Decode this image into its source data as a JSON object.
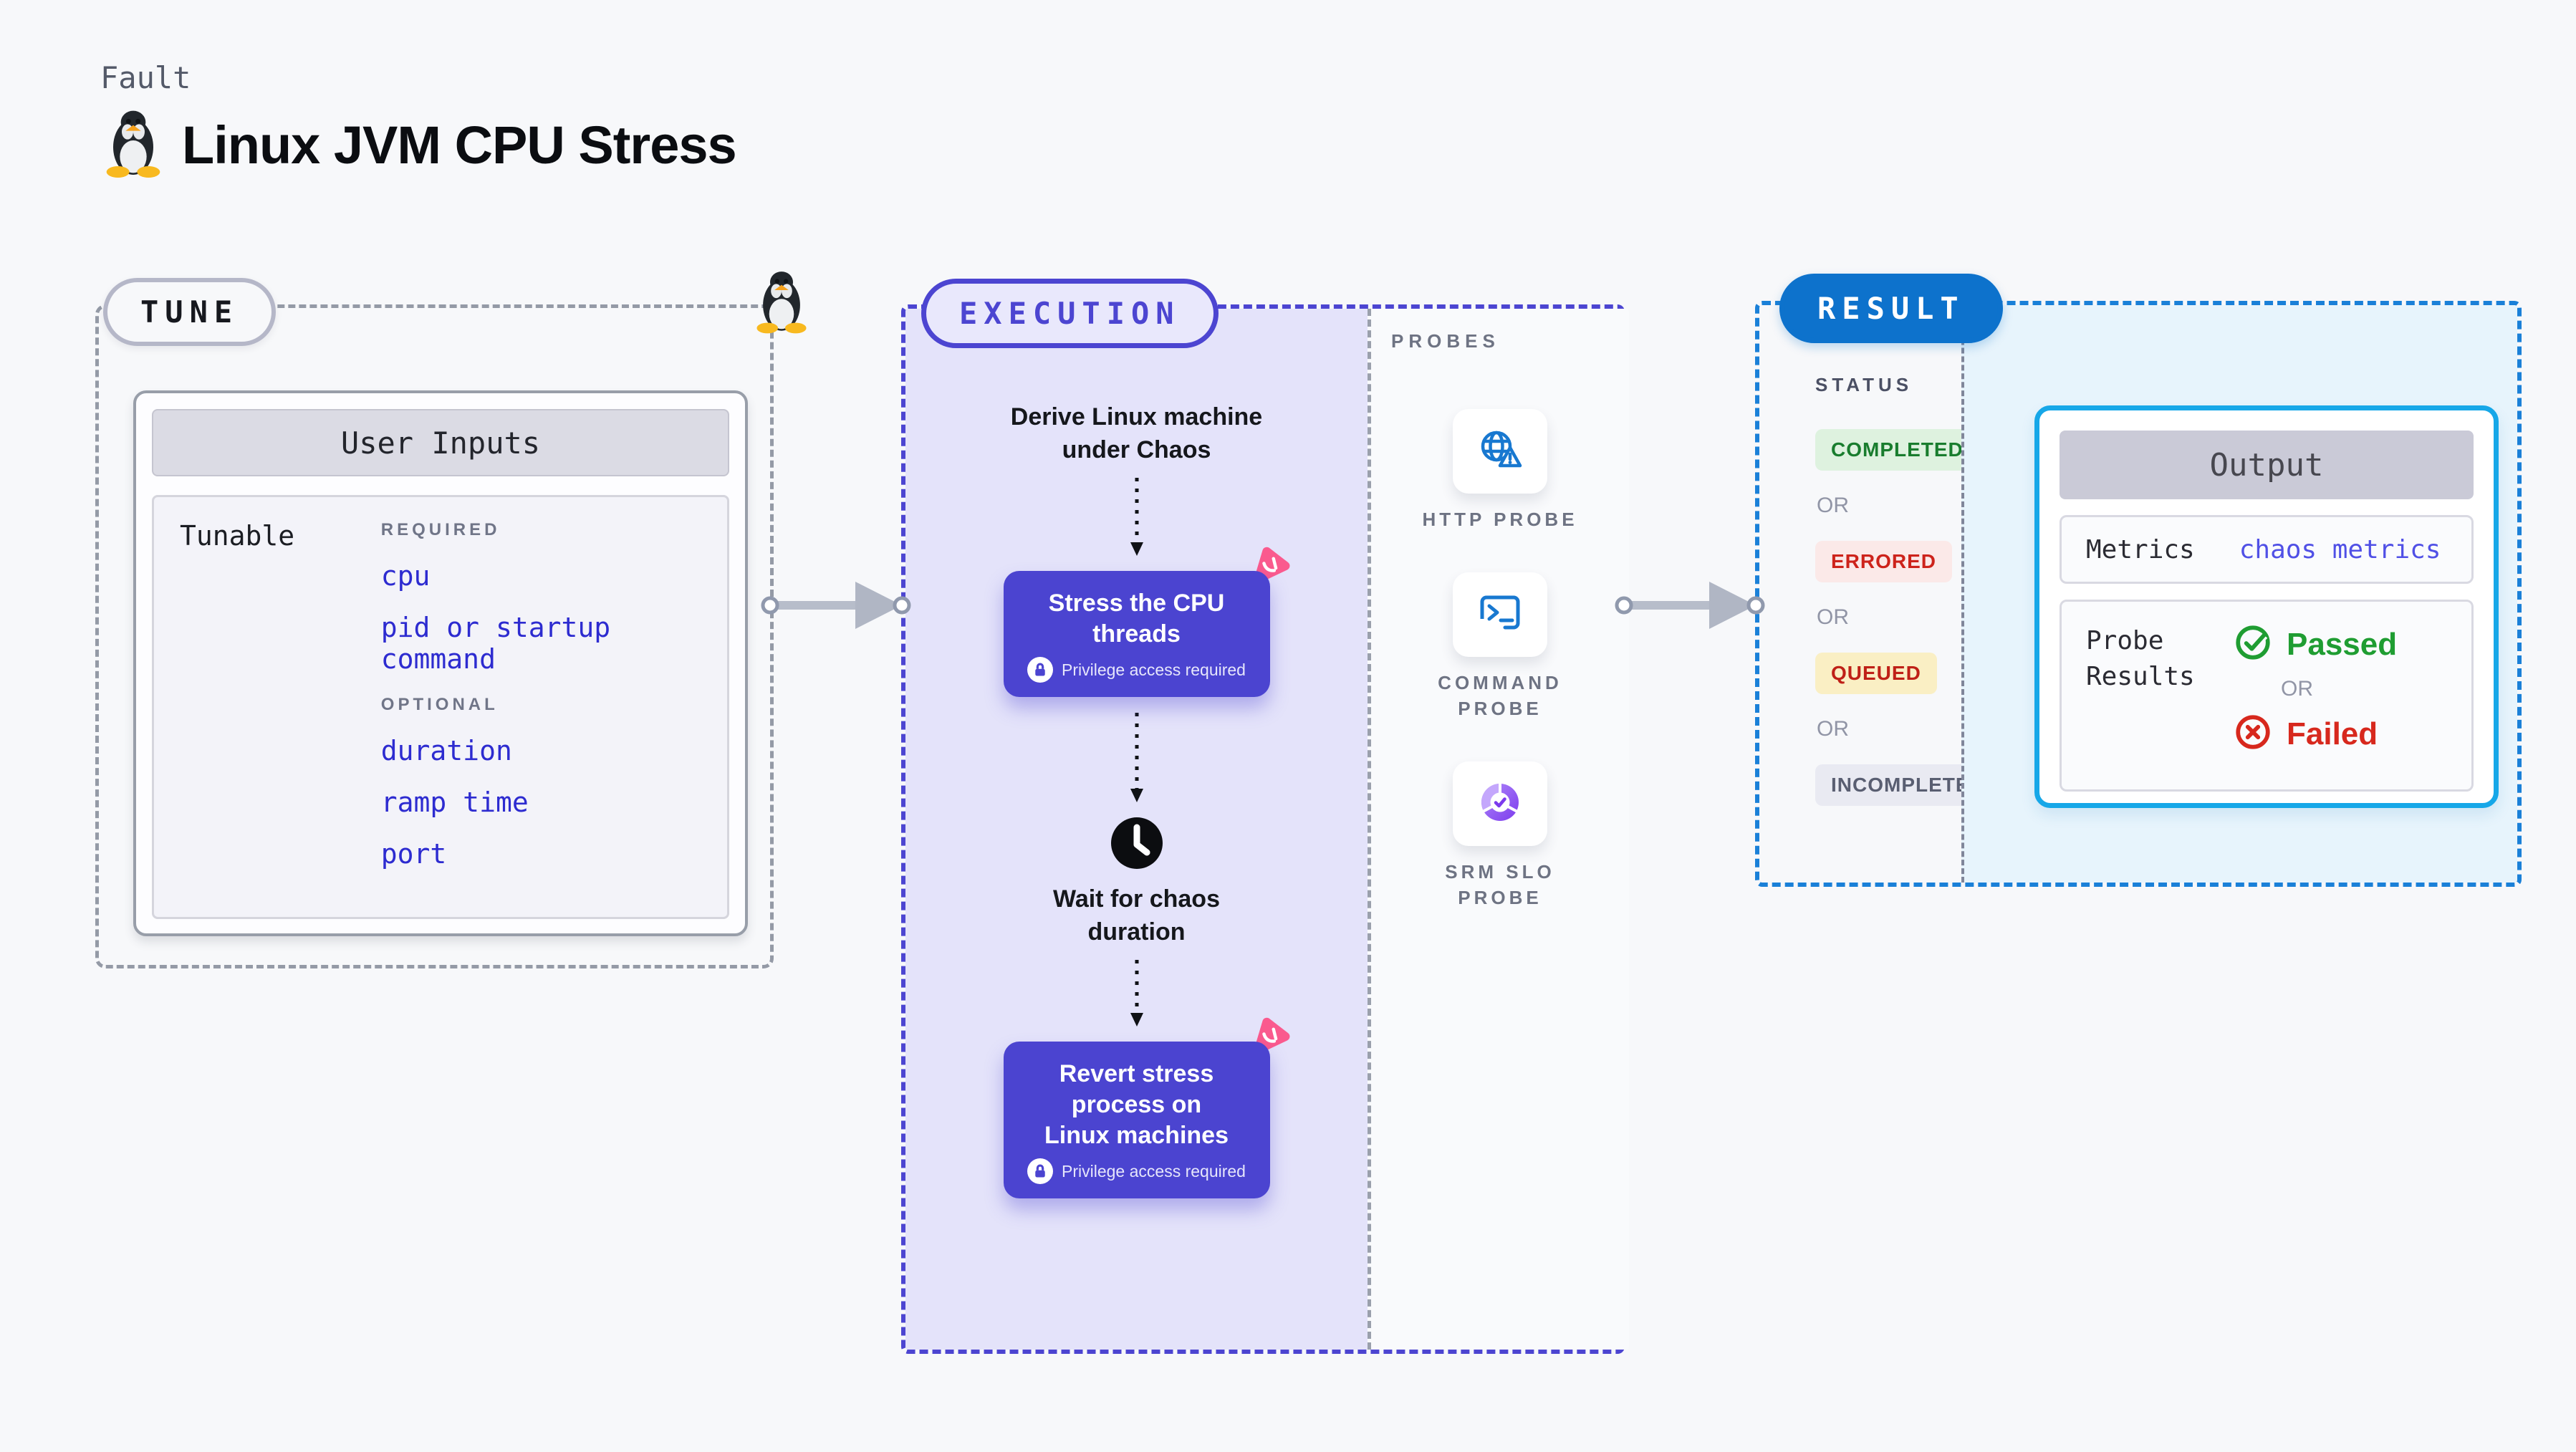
{
  "header": {
    "fault": "Fault",
    "title": "Linux JVM CPU Stress"
  },
  "tune": {
    "label": "TUNE",
    "card_header": "User Inputs",
    "row_label": "Tunable",
    "groups": [
      {
        "heading": "REQUIRED",
        "items": [
          "cpu",
          "pid or startup command"
        ]
      },
      {
        "heading": "OPTIONAL",
        "items": [
          "duration",
          "ramp time",
          "port"
        ]
      }
    ]
  },
  "execution": {
    "label": "EXECUTION",
    "derive_text": "Derive Linux machine under Chaos",
    "wait_text": "Wait for chaos duration",
    "steps": [
      {
        "title": "Stress the CPU threads",
        "privilege": "Privilege access required"
      },
      {
        "title": "Revert stress process on Linux machines",
        "privilege": "Privilege access required"
      }
    ],
    "probes": {
      "label": "PROBES",
      "items": [
        {
          "name": "HTTP PROBE",
          "icon": "globe-alert-icon"
        },
        {
          "name": "COMMAND\nPROBE",
          "icon": "terminal-icon"
        },
        {
          "name": "SRM SLO\nPROBE",
          "icon": "slo-donut-check-icon"
        }
      ]
    }
  },
  "result": {
    "label": "RESULT",
    "status": {
      "heading": "STATUS",
      "or": "OR",
      "options": [
        "COMPLETED",
        "ERRORED",
        "QUEUED",
        "INCOMPLETED"
      ]
    },
    "output": {
      "header": "Output",
      "metrics_label": "Metrics",
      "metrics_value": "chaos metrics",
      "probe_results_label": "Probe Results",
      "passed": "Passed",
      "or": "OR",
      "failed": "Failed"
    }
  },
  "colors": {
    "page_bg": "#f7f8fa",
    "tune_dash": "#949aa6",
    "execution_accent": "#4c45d1",
    "execution_fill": "#e4e3fa",
    "step_box": "#4b44d0",
    "litmus_pink": "#fa5a8e",
    "probe_blue": "#1878d0",
    "srm_purple": "#8b5cf6",
    "result_dash": "#1a80d8",
    "result_pill": "#0d72cc",
    "output_border": "#16a7e8",
    "output_area_fill": "#e7f4fc",
    "tunable_link": "#2d2bd0",
    "metrics_value": "#5050e6",
    "passed_green": "#1f9d32",
    "failed_red": "#d7281d",
    "completed_badge": "#def2df",
    "errored_badge": "#fbe9e8",
    "queued_badge": "#faefc4",
    "incompleted_badge": "#e9eaf2"
  }
}
